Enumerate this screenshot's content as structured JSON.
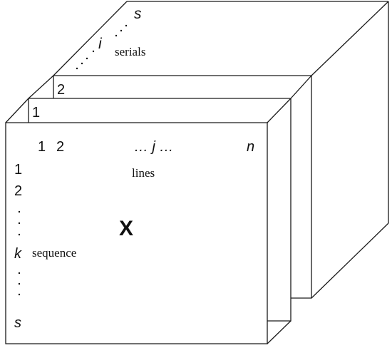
{
  "layers": {
    "top_label": "s",
    "mid_label": "i",
    "serials_label": "serials",
    "layer2_label": "2",
    "layer1_label": "1"
  },
  "front": {
    "col1": "1",
    "col2": "2",
    "colj": "… j …",
    "coln": "n",
    "lines_label": "lines",
    "row1": "1",
    "row2": "2",
    "rowk": "k",
    "sequence_label": "sequence",
    "rows": "s",
    "matrix_label": "X"
  }
}
